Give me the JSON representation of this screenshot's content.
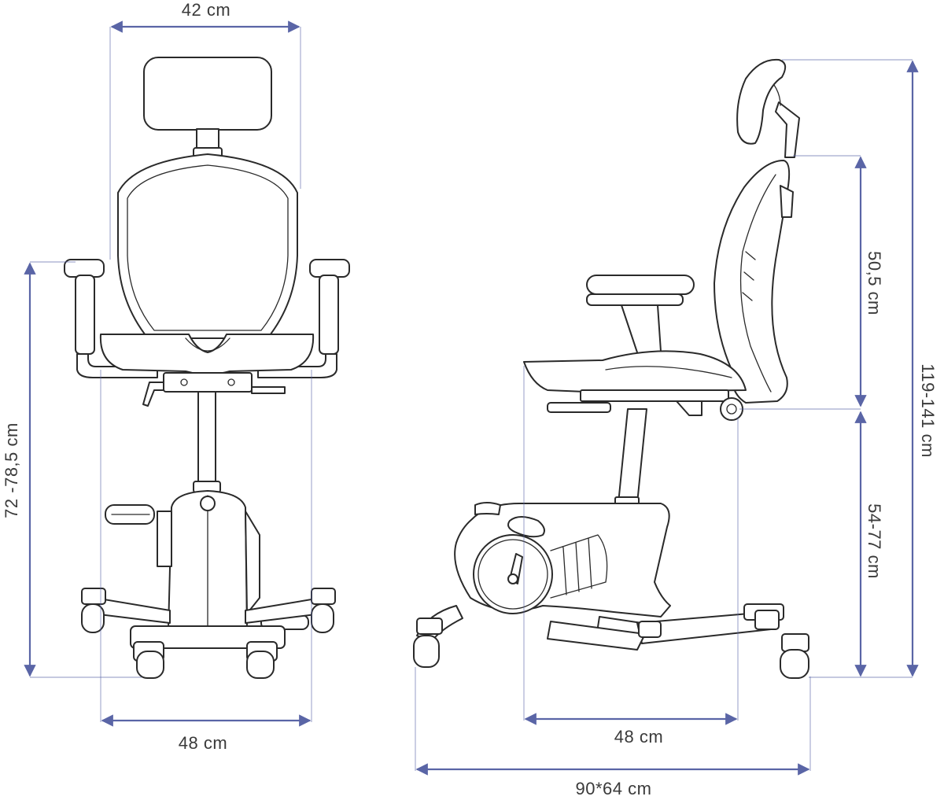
{
  "colors": {
    "dimension": "#5a65a6",
    "drawing": "#2a2a2a",
    "background": "#ffffff"
  },
  "front_view": {
    "width_top": "42 cm",
    "width_bottom": "48 cm",
    "seat_height": "72 -78,5 cm"
  },
  "side_view": {
    "backrest_height": "50,5 cm",
    "seat_height": "54-77 cm",
    "total_height": "119-141 cm",
    "seat_depth": "48 cm",
    "footprint": "90*64 cm"
  }
}
